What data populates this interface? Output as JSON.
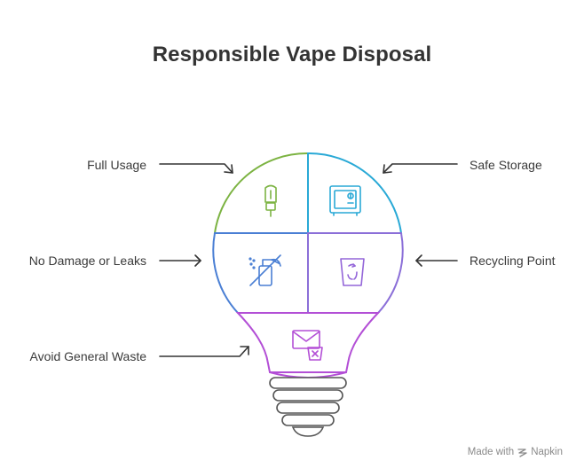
{
  "title": "Responsible Vape Disposal",
  "labels": {
    "full_usage": "Full Usage",
    "safe_storage": "Safe Storage",
    "no_damage": "No Damage or Leaks",
    "recycling_point": "Recycling Point",
    "avoid_general_waste": "Avoid General Waste"
  },
  "watermark": {
    "prefix": "Made with",
    "brand": "Napkin"
  },
  "colors": {
    "green": "#7cb342",
    "teal": "#29a9d6",
    "blue": "#4a7fd4",
    "purple": "#a56ad9",
    "magenta": "#b34fd6",
    "base": "#555555"
  },
  "icons": {
    "full_usage": "vape-pen-icon",
    "safe_storage": "safe-icon",
    "no_damage": "no-spray-icon",
    "recycling_point": "recycle-bin-icon",
    "avoid_general_waste": "mail-trash-icon"
  }
}
